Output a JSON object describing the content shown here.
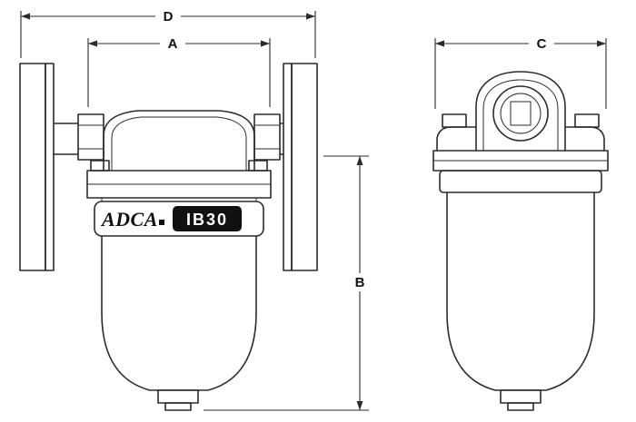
{
  "drawing": {
    "dimension_labels": {
      "width_overall": "D",
      "width_body": "A",
      "height": "B",
      "depth": "C"
    },
    "nameplate": {
      "brand": "ADCA",
      "model": "IB30"
    },
    "colors": {
      "line": "#2b2b2b",
      "background": "#ffffff",
      "nameplate_badge_bg": "#111111",
      "nameplate_badge_text": "#ffffff"
    }
  }
}
